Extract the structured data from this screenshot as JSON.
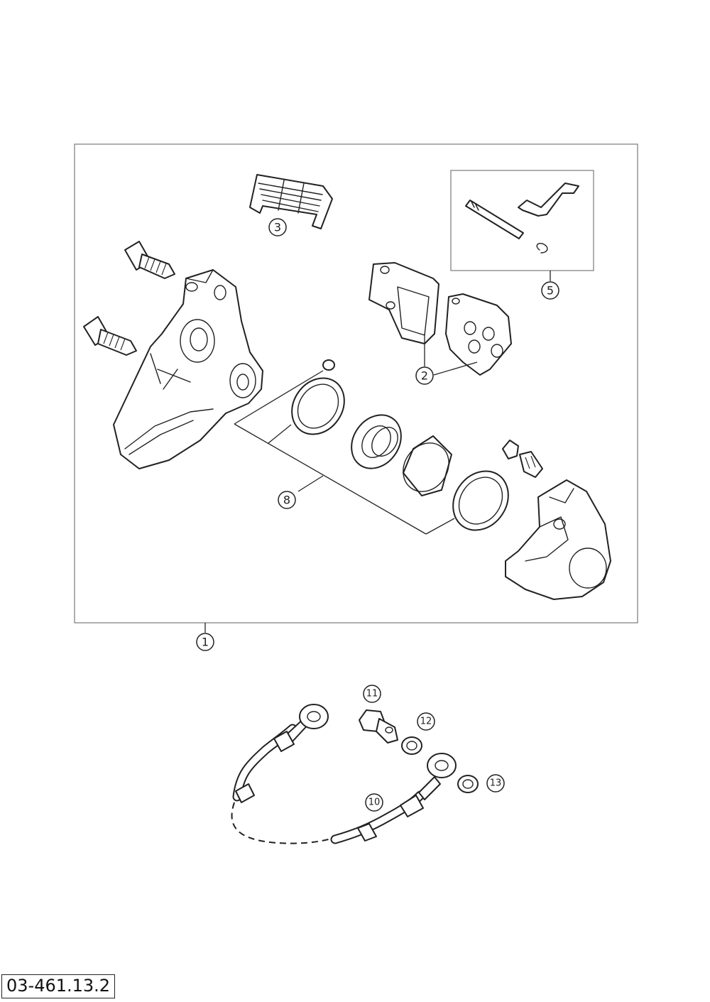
{
  "drawing_code": "03-461.13.2",
  "callouts": {
    "c1": "1",
    "c2": "2",
    "c3": "3",
    "c5": "5",
    "c8": "8",
    "c10": "10",
    "c11": "11",
    "c12": "12",
    "c13": "13"
  }
}
